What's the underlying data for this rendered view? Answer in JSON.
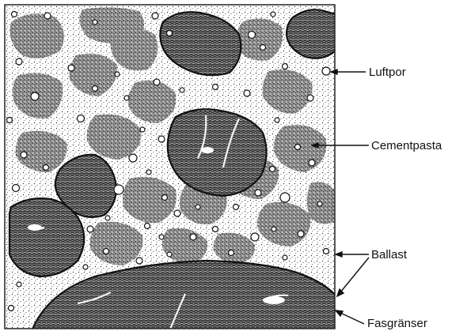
{
  "labels": {
    "air_pore": "Luftpor",
    "cement_paste": "Cementpasta",
    "aggregate": "Ballast",
    "phase_boundary": "Fasgränser"
  },
  "colors": {
    "ink": "#111111",
    "paper": "#ffffff",
    "aggregate_fill": "#3a3a3a"
  }
}
